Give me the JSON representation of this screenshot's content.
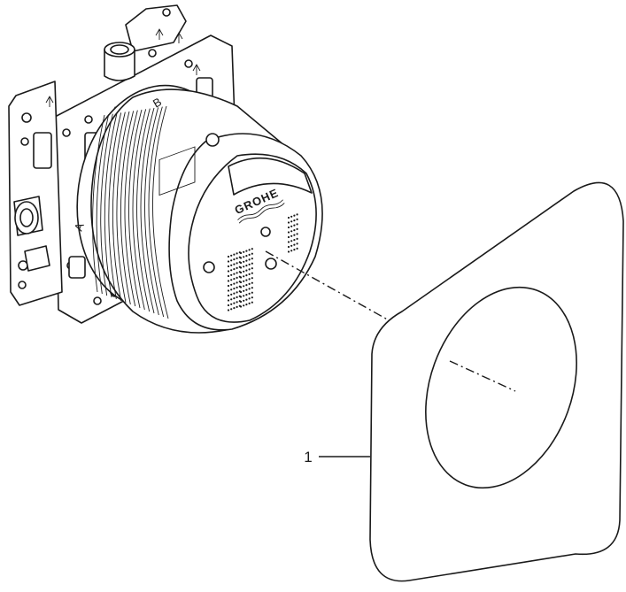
{
  "diagram": {
    "brand_text": "GROHE",
    "callout": {
      "number": "1"
    },
    "body_labels": {
      "left": "A",
      "top": "B"
    },
    "parts": [
      {
        "name": "concealed-body",
        "icon": "rapido-smartbox-body"
      },
      {
        "name": "cover-plate",
        "icon": "square-rounded-escutcheon"
      }
    ]
  }
}
